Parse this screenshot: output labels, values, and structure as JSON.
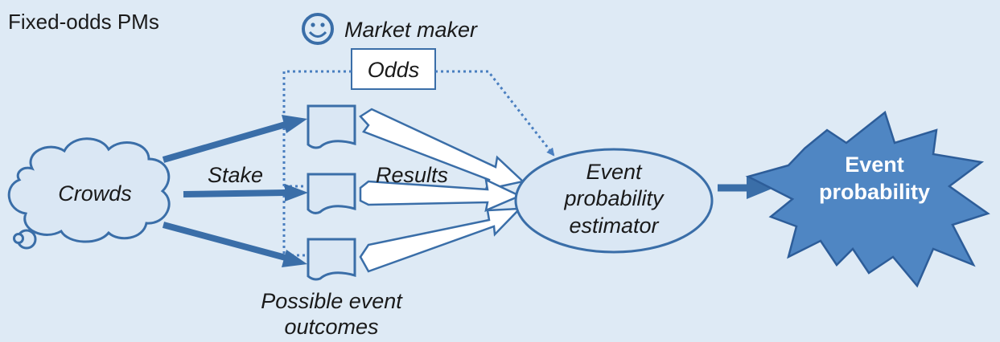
{
  "title": "Fixed-odds PMs",
  "market_maker": {
    "label": "Market maker",
    "icon": "smiley-face-icon"
  },
  "odds": {
    "label": "Odds"
  },
  "crowds": {
    "label": "Crowds"
  },
  "stake": {
    "label": "Stake"
  },
  "results": {
    "label": "Results"
  },
  "estimator": {
    "line1": "Event",
    "line2": "probability",
    "line3": "estimator"
  },
  "outcomes": {
    "line1": "Possible event",
    "line2": "outcomes"
  },
  "event_probability": {
    "line1": "Event",
    "line2": "probability"
  },
  "colors": {
    "background": "#deeaf5",
    "primary": "#3a6ea8",
    "dotted": "#4a7fc0",
    "shape_fill": "#dae7f4",
    "burst_fill": "#4f86c3"
  }
}
